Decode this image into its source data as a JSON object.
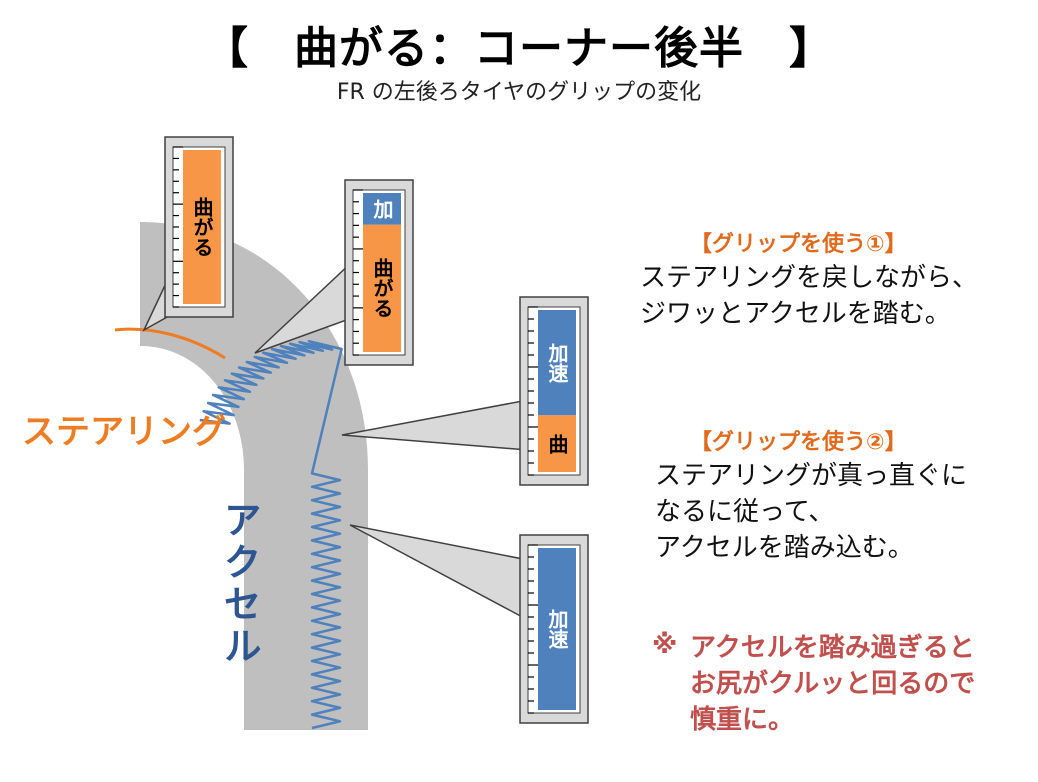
{
  "title": "【　曲がる：コーナー後半　】",
  "subtitle": "FR の左後ろタイヤのグリップの変化",
  "labels": {
    "steering": "ステアリング",
    "accel": "アクセル"
  },
  "tips": [
    {
      "heading": "【グリップを使う①】",
      "text": "ステアリングを戻しながら、\nジワッとアクセルを踏む。"
    },
    {
      "heading": "【グリップを使う②】",
      "text": "ステアリングが真っ直ぐに\nなるに従って、\nアクセルを踏み込む。"
    }
  ],
  "warning": {
    "mark": "※",
    "text": "アクセルを踏み過ぎると\nお尻がクルッと回るので\n慎重に。"
  },
  "gauges": [
    {
      "segments": [
        {
          "label": "曲がる",
          "share": 1.0,
          "kind": "turn"
        }
      ]
    },
    {
      "segments": [
        {
          "label": "加",
          "share": 0.2,
          "kind": "accel"
        },
        {
          "label": "曲がる",
          "share": 0.8,
          "kind": "turn"
        }
      ]
    },
    {
      "segments": [
        {
          "label": "加速",
          "share": 0.65,
          "kind": "accel"
        },
        {
          "label": "曲",
          "share": 0.35,
          "kind": "turn"
        }
      ]
    },
    {
      "segments": [
        {
          "label": "加速",
          "share": 1.0,
          "kind": "accel"
        }
      ]
    }
  ],
  "colors": {
    "turn": "#f79646",
    "accel": "#4f81bd",
    "road": "#bfbfbf",
    "steering": "#ee7c22",
    "accelText": "#2d5592",
    "tipHeading": "#e06b1f",
    "warning": "#c0504d"
  }
}
